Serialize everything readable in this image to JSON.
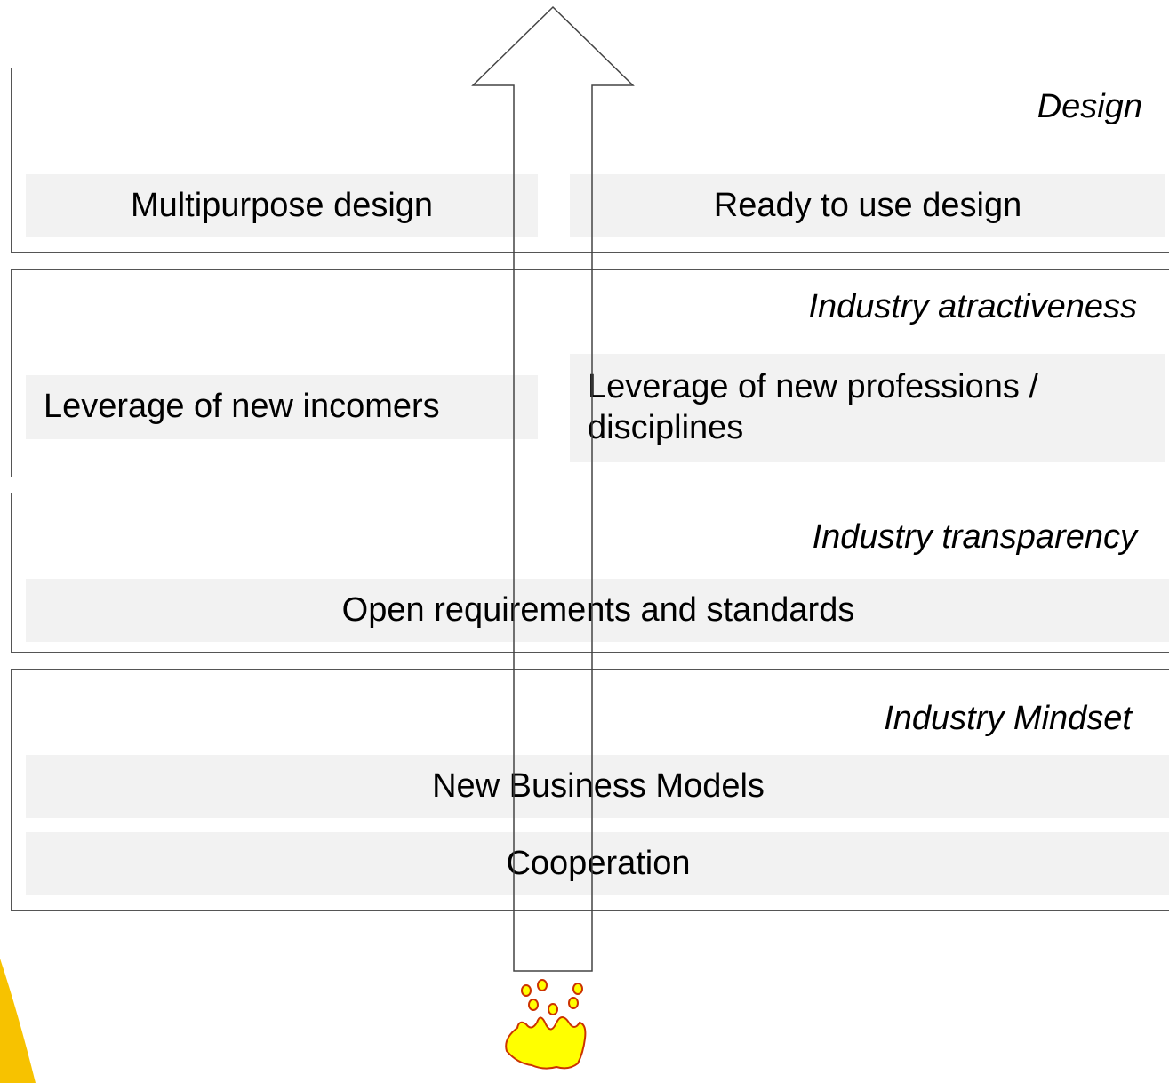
{
  "layers": [
    {
      "title": "Design",
      "items": [
        "Multipurpose design",
        "Ready to use design"
      ]
    },
    {
      "title": "Industry atractiveness",
      "items": [
        "Leverage of new incomers",
        "Leverage of new professions / disciplines"
      ]
    },
    {
      "title": "Industry transparency",
      "items": [
        "Open requirements and standards"
      ]
    },
    {
      "title": "Industry Mindset",
      "items": [
        "New Business Models",
        "Cooperation"
      ]
    }
  ],
  "colors": {
    "box_fill": "#f2f2f2",
    "border": "#555555",
    "flame_fill": "#ffff00",
    "flame_stroke": "#cc3300"
  },
  "icons": [
    "upward-arrow-icon",
    "flame-icon"
  ]
}
